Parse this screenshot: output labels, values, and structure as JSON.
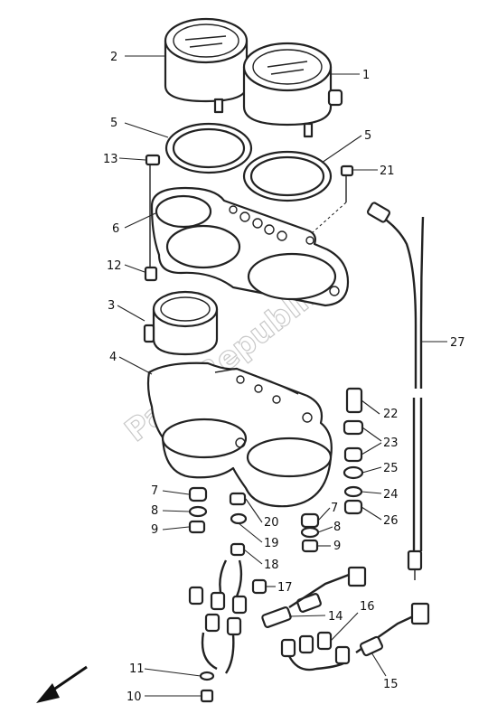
{
  "watermark": "PartsRepublik",
  "callouts": [
    "1",
    "2",
    "3",
    "4",
    "5",
    "5",
    "6",
    "7",
    "7",
    "8",
    "8",
    "9",
    "9",
    "10",
    "11",
    "12",
    "13",
    "14",
    "15",
    "16",
    "17",
    "18",
    "19",
    "20",
    "21",
    "22",
    "23",
    "24",
    "25",
    "26",
    "27"
  ],
  "direction_arrow_icon": "arrow-down-left"
}
